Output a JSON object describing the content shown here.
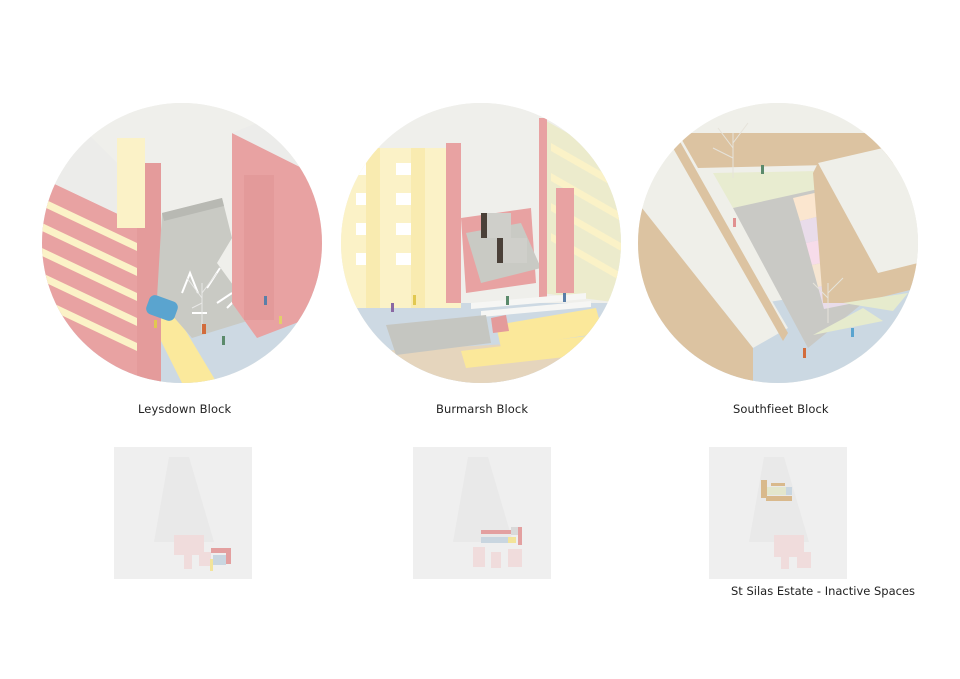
{
  "figure": {
    "panels": [
      {
        "id": "leysdown",
        "title": "Leysdown Block",
        "palette": {
          "building": "#e9a3a3",
          "stripe": "#fbf3c4",
          "ground": "#c9d6e0",
          "court": "#c8c9c3",
          "path": "#fbe89a",
          "roof": "#ecece6"
        }
      },
      {
        "id": "burmarsh",
        "title": "Burmarsh Block",
        "palette": {
          "building": "#e9a3a3",
          "stripe": "#fbf3c4",
          "ground": "#c9d6e0",
          "court": "#c8c9c3",
          "path": "#fbe89a",
          "roof": "#ecece6"
        }
      },
      {
        "id": "southfieet",
        "title": "Southfieet Block",
        "palette": {
          "building": "#dcc3a1",
          "stripe": "#f0efe8",
          "ground": "#c9d6e0",
          "court": "#c9c9c6",
          "path": "#e9eccd",
          "roof": "#efefe9"
        }
      }
    ],
    "legend_caption": "St Silas Estate - Inactive Spaces"
  }
}
